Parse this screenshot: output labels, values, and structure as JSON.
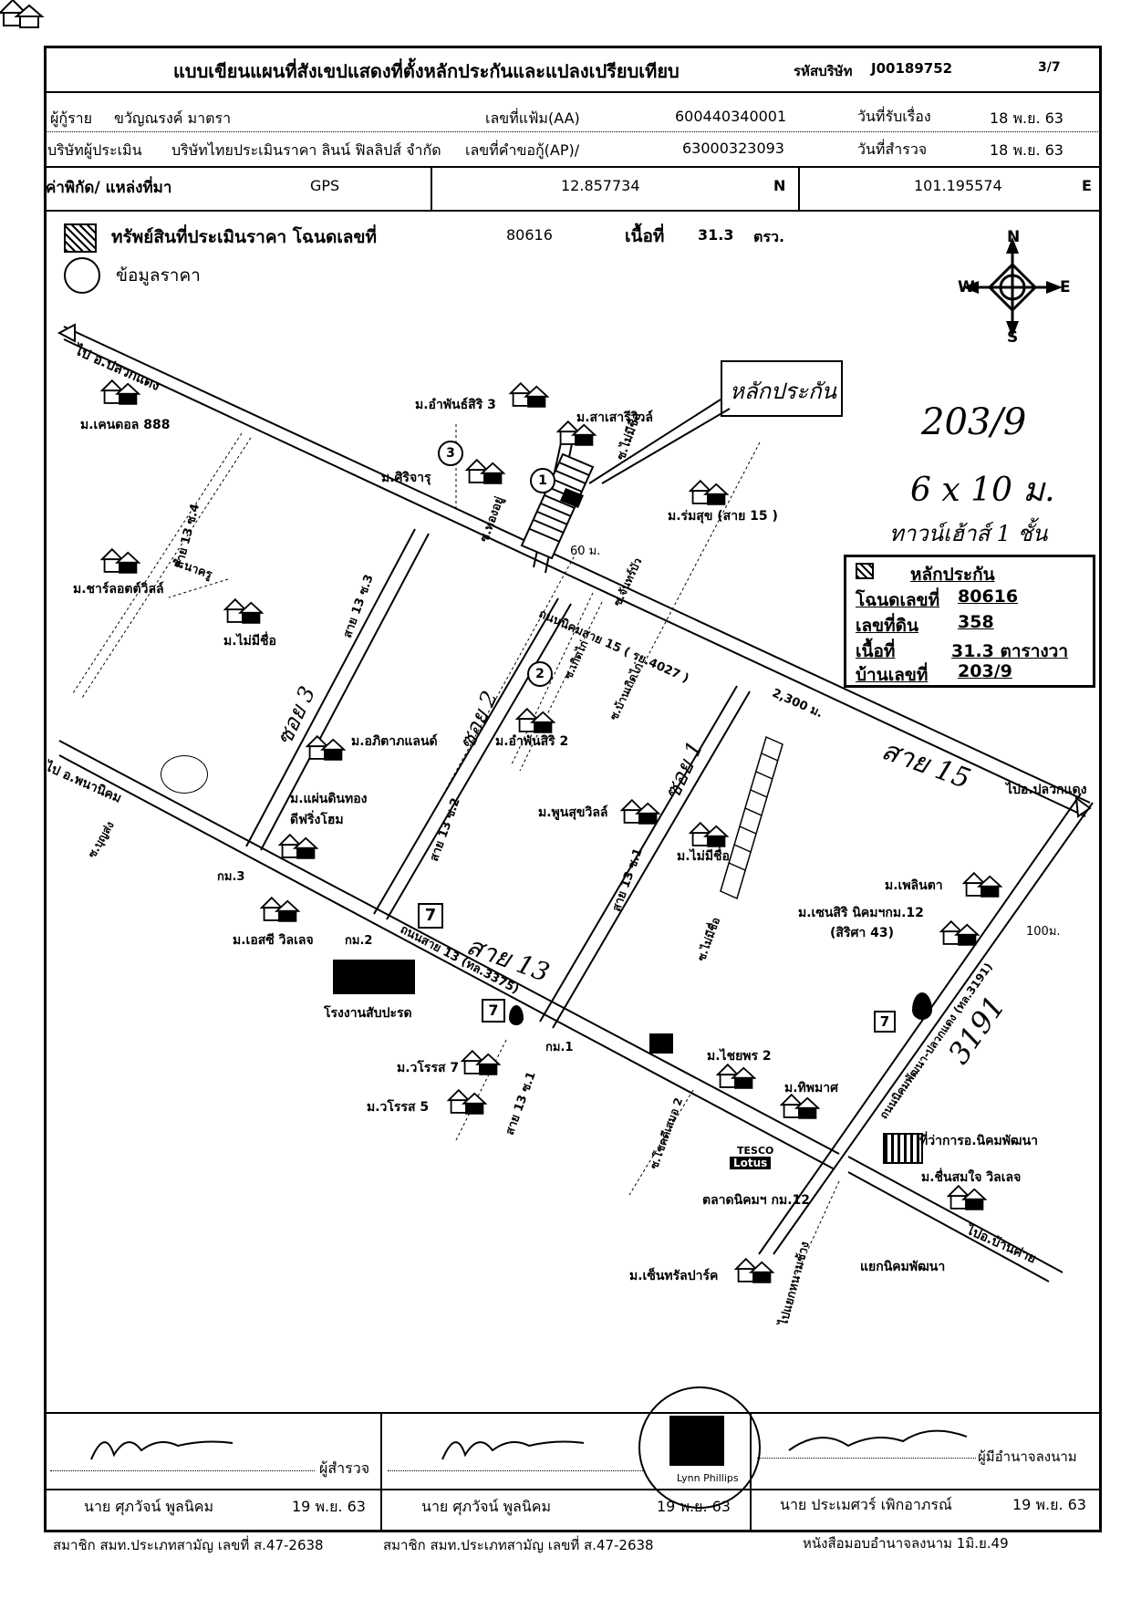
{
  "header": {
    "title": "แบบเขียนแผนที่สังเขปแสดงที่ตั้งหลักประกันและแปลงเปรียบเทียบ",
    "company_code_label": "รหัสบริษัท",
    "company_code": "J00189752",
    "page": "3/7",
    "borrower_label": "ผู้กู้ราย",
    "borrower": "ขวัญณรงค์  มาตรา",
    "file_no_label": "เลขที่แฟ้ม(AA)",
    "file_no": "600440340001",
    "received_label": "วันที่รับเรื่อง",
    "received_date": "18 พ.ย. 63",
    "appraiser_label": "บริษัทผู้ประเมิน",
    "appraiser": "บริษัทไทยประเมินราคา ลินน์ ฟิลลิปส์ จำกัด",
    "loan_req_label": "เลขที่คำขอกู้(AP)/",
    "loan_req_no": "63000323093",
    "survey_label": "วันที่สำรวจ",
    "survey_date": "18 พ.ย. 63",
    "coord_label": "ค่าพิกัด/  แหล่งที่มา",
    "coord_source": "GPS",
    "lat": "12.857734",
    "lat_dir": "N",
    "lon": "101.195574",
    "lon_dir": "E"
  },
  "legend": {
    "property_label": "ทรัพย์สินที่ประเมินราคา โฉนดเลขที่",
    "deed_no": "80616",
    "area_label": "เนื้อที่",
    "area": "31.3",
    "area_unit": "ตรว.",
    "price_label": "ข้อมูลราคา"
  },
  "compass": {
    "n": "N",
    "s": "S",
    "e": "E",
    "w": "W"
  },
  "collateral_box": {
    "title": "หลักประกัน",
    "deed_label": "โฉนดเลขที่",
    "deed": "80616",
    "land_label": "เลขที่ดิน",
    "land": "358",
    "area_label": "เนื้อที่",
    "area": "31.3 ตารางวา",
    "house_label": "บ้านเลขที่",
    "house": "203/9"
  },
  "handwriting": {
    "collateral": "หลักประกัน",
    "house_no": "203/9",
    "size": "6 x 10 ม.",
    "type": "ทาวน์เฮ้าส์ 1 ชั้น",
    "soi3": "ซอย 3",
    "soi2": "ซอย 2",
    "soi1": "ซอย 1",
    "sai15": "สาย 15",
    "sai13": "สาย 13",
    "r3191": "3191"
  },
  "map_labels": {
    "to_pluak_daeng_top": "ไป อ.ปลวกแดง",
    "to_pluak_daeng_right": "ไปอ.ปลวกแดง",
    "to_phanat_nikhom": "ไป อ.พนานิคม",
    "to_ban_khai": "ไปอ.บ้านค่าย",
    "to_laem_chabang": "ไปแยกหนามช้าง",
    "road15": "ถนนนิคมสาย 15 ( รย.4027 )",
    "road13": "ถนนสาย 13 (ทล.3375)",
    "road3191": "ถนนนิคมพัฒนา-ปลวกแดง (ทล.3191)",
    "dist_60": "60 ม.",
    "dist_2300": "2,300 ม.",
    "dist_100": "100ม.",
    "s13_4": "สาย 13 ซ.4",
    "s13_3": "สาย 13 ซ.3",
    "s13_2": "สาย 13 ซ.2",
    "s13_1a": "สาย 13 ซ.1",
    "s13_1b": "สาย 13 ซ.1",
    "m_kendal": "ม.เคนดอล 888",
    "m_amphan3": "ม.อำพันธ์สิริ 3",
    "m_sasao": "ม.สาเสารีวิวล์",
    "m_siri": "ม.ศิริจารุ",
    "m_romsuk": "ม.ร่มสุข (สาย 15 )",
    "s_noname1": "ซ.ไม่มีชื่อ",
    "s_thongyu": "ซ.ทองอยู่",
    "s_nakru": "ซ.นาครู",
    "m_charlotte": "ม.ชาร์ลอตต์วิลล์",
    "m_noname1": "ม.ไม่มีชื่อ",
    "s_chanhom": "ซ.จันทร์บัว",
    "s_koetkai": "ซ.เกิดไก่",
    "s_ban_koetkai": "ซ.บ้านเกิดไก่",
    "m_amphan2": "ม.อำพันสิริ 2",
    "m_apita": "ม.อภิตาภแลนด์",
    "m_phaendin": "ม.แผ่นดินทอง",
    "m_phaendin2": "ดีฟริ่งโฮม",
    "m_poonsuk": "ม.พูนสุขวิลล์",
    "m_noname2": "ม.ไม่มีชื่อ",
    "s_noname2": "ซ.ไม่มีชื่อ",
    "s_bunsung": "ซ.บุญส่ง",
    "km3": "กม.3",
    "km2": "กม.2",
    "km1": "กม.1",
    "m_esc": "ม.เอสซี วิลเลจ",
    "factory": "โรงงานสับปะรด",
    "m_plinta": "ม.เพลินตา",
    "m_censiri": "ม.เซนสิริ นิคมฯกม.12",
    "m_censiri2": "(สิริศา 43)",
    "m_woros7": "ม.วโรรส 7",
    "m_woros5": "ม.วโรรส 5",
    "m_chaiyaporn": "ม.ไชยพร 2",
    "m_thipmas": "ม.ทิพมาศ",
    "s_chokchai": "ซ.โชคดีเสมอ 2",
    "tesco1": "TESCO",
    "tesco2": "Lotus",
    "market": "ตลาดนิคมฯ กม.12",
    "district_office": "ที่ว่าการอ.นิคมพัฒนา",
    "m_chuensomjai": "ม.ชื่นสมใจ วิลเลจ",
    "m_central": "ม.เซ็นทรัลปาร์ค",
    "junction": "แยกนิคมพัฒนา",
    "n1": "1",
    "n2": "2",
    "n3": "3"
  },
  "footer": {
    "surveyor_role": "ผู้สำรวจ",
    "surveyor_name": "นาย ศุภวัจน์  พูลนิคม",
    "surveyor_date": "19 พ.ย. 63",
    "surveyor_member": "สมาชิก สมท.ประเภทสามัญ เลขที่ ส.47-2638",
    "mid_name": "นาย ศุภวัจน์  พูลนิคม",
    "mid_date": "19 พ.ย. 63",
    "mid_member": "สมาชิก สมท.ประเภทสามัญ เลขที่ ส.47-2638",
    "auth_role": "ผู้มีอำนาจลงนาม",
    "auth_name": "นาย ประเมศวร์  เพิกอาภรณ์",
    "auth_date": "19 พ.ย. 63",
    "auth_letter": "หนังสือมอบอำนาจลงนาม  1มิ.ย.49",
    "stamp_text": "Lynn Phillips"
  }
}
